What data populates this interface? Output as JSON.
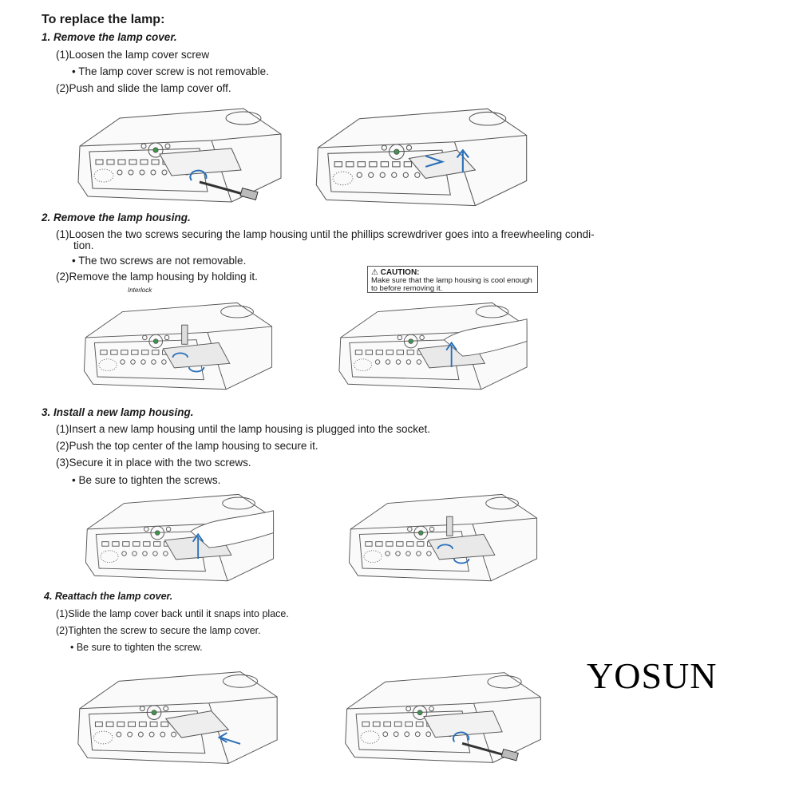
{
  "title": "To replace the lamp:",
  "steps": [
    {
      "heading": "1. Remove the lamp cover.",
      "lines": [
        "(1)Loosen the lamp cover screw",
        "• The lamp cover screw is not removable.",
        "(2)Push and slide the lamp cover off."
      ]
    },
    {
      "heading": "2. Remove the lamp housing.",
      "lines": [
        "(1)Loosen the two screws securing the lamp housing until the phillips screwdriver goes into a freewheeling condi-",
        "tion.",
        "• The two screws are not removable.",
        "(2)Remove the lamp housing by holding it."
      ],
      "caution_title": "CAUTION:",
      "caution_text": "Make sure that the lamp housing is cool enough to before removing it.",
      "interlock_label": "Interlock"
    },
    {
      "heading": "3. Install a new lamp housing.",
      "lines": [
        "(1)Insert a new lamp housing until the lamp housing is plugged into the socket.",
        "(2)Push the top center of the lamp housing to secure it.",
        "(3)Secure it in place with the two screws.",
        "• Be sure to tighten the screws."
      ]
    },
    {
      "heading": "4. Reattach the lamp cover.",
      "lines": [
        "(1)Slide the lamp cover back until it snaps into place.",
        "(2)Tighten the screw to secure the lamp cover.",
        "• Be sure to tighten the screw."
      ]
    }
  ],
  "watermark": "YOSUN",
  "colors": {
    "text": "#1a1a1a",
    "arrow": "#2a6fb8",
    "outline": "#555555"
  },
  "illustrations": [
    "projector-loosen-cover-screw",
    "projector-slide-cover-off",
    "projector-loosen-housing-screws",
    "projector-lift-lamp-housing",
    "projector-insert-lamp-housing",
    "projector-tighten-housing-screws",
    "projector-slide-cover-back",
    "projector-tighten-cover-screw"
  ]
}
